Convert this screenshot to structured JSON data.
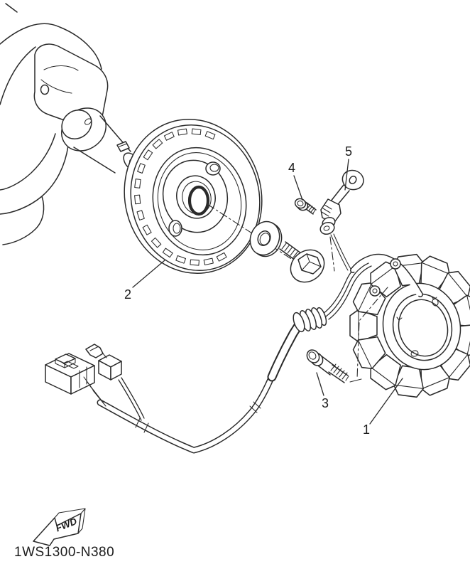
{
  "diagram": {
    "drawing_number": "1WS1300-N380",
    "direction_label": "FWD",
    "callouts": [
      {
        "ref": "1"
      },
      {
        "ref": "2"
      },
      {
        "ref": "3"
      },
      {
        "ref": "4"
      },
      {
        "ref": "5"
      }
    ]
  },
  "colors": {
    "line": "#2a2a2a",
    "background": "#ffffff"
  }
}
